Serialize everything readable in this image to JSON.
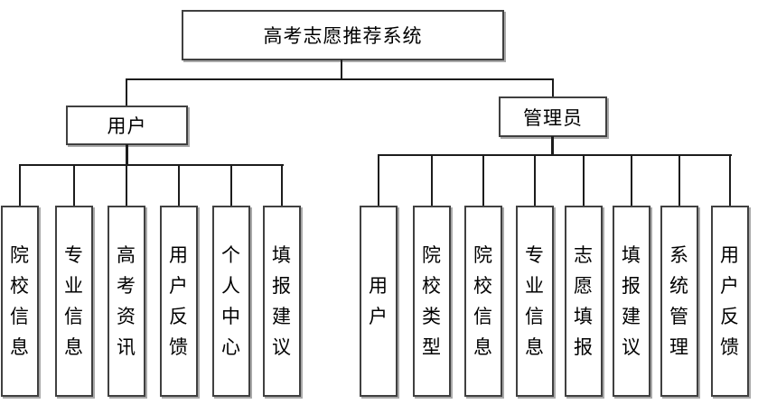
{
  "diagram": {
    "title": "高考志愿推荐系统",
    "branches": [
      {
        "label": "用户",
        "children": [
          "院校信息",
          "专业信息",
          "高考资讯",
          "用户反馈",
          "个人中心",
          "填报建议"
        ]
      },
      {
        "label": "管理员",
        "children": [
          "用户",
          "院校类型",
          "院校信息",
          "专业信息",
          "志愿填报",
          "填报建议",
          "系统管理",
          "用户反馈"
        ]
      }
    ],
    "colors": {
      "background": "#ffffff",
      "box_border": "#404040",
      "box_shadow": "#a9a9a9",
      "connector_line": "#1c1c1c",
      "text": "#000000"
    }
  }
}
